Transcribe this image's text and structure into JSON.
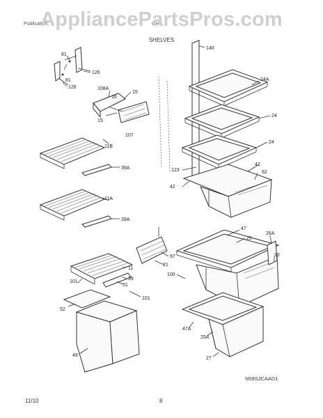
{
  "header": {
    "left_text": "Publication:",
    "model_text": "GH",
    "watermark": "AppliancePartsPros.com",
    "section": "SHELVES"
  },
  "callouts": {
    "c140": "140",
    "c81a": "81",
    "c81b": "81",
    "c126a": "126",
    "c126b": "126",
    "c108A": "108A",
    "c16": "16",
    "c15a": "15",
    "c15b": "15",
    "c107": "107",
    "c24A": "24A",
    "c24a": "24",
    "c24b": "24",
    "c123": "123",
    "c42a": "42",
    "c42b": "42",
    "c62": "62",
    "c11B": "11B",
    "c39Aa": "39A",
    "c11A": "11A",
    "c39Ab": "39A",
    "c47": "47",
    "c25": "25",
    "c26A": "26A",
    "c26": "26",
    "c97": "97",
    "c21": "21",
    "c11": "11",
    "c39": "39",
    "c101a": "101",
    "c101b": "101",
    "c51": "51",
    "c100": "100",
    "c52": "52",
    "c49": "49",
    "c47A": "47A",
    "c25A": "25A",
    "c27": "27"
  },
  "diagram_code": "N58SJCAAD1",
  "footer": {
    "date": "11/10",
    "page_number": "8"
  },
  "icons": [
    "refrigerator-shelves-exploded-diagram"
  ]
}
